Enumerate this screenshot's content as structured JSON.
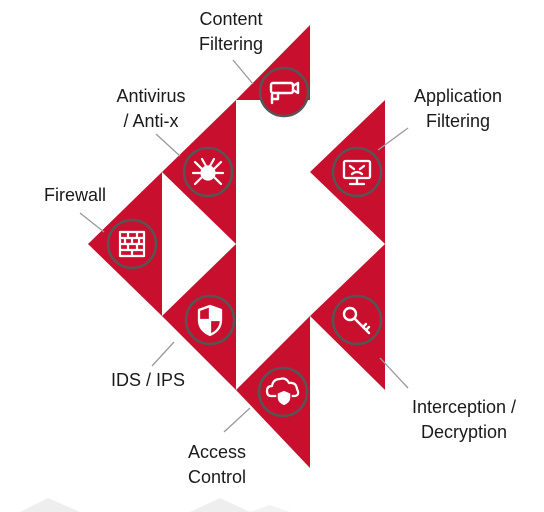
{
  "diagram": {
    "labels": {
      "content_filtering": [
        "Content",
        "Filtering"
      ],
      "antivirus": [
        "Antivirus",
        "/ Anti-x"
      ],
      "application_filtering": [
        "Application",
        "Filtering"
      ],
      "firewall": [
        "Firewall"
      ],
      "ids_ips": [
        "IDS / IPS"
      ],
      "interception_decryption": [
        "Interception /",
        "Decryption"
      ],
      "access_control": [
        "Access",
        "Control"
      ]
    },
    "icons": {
      "content_filtering": "security-camera-icon",
      "antivirus": "bug-icon",
      "application_filtering": "monitor-icon",
      "firewall": "brick-wall-icon",
      "ids_ips": "shield-icon",
      "interception_decryption": "key-icon",
      "access_control": "cloud-shield-icon"
    }
  },
  "colors": {
    "accent": "#c8102e",
    "badge": "#c8102e",
    "badge_ring": "#555555",
    "leader_line": "#9a9a9a",
    "text": "#1a1a1a"
  }
}
